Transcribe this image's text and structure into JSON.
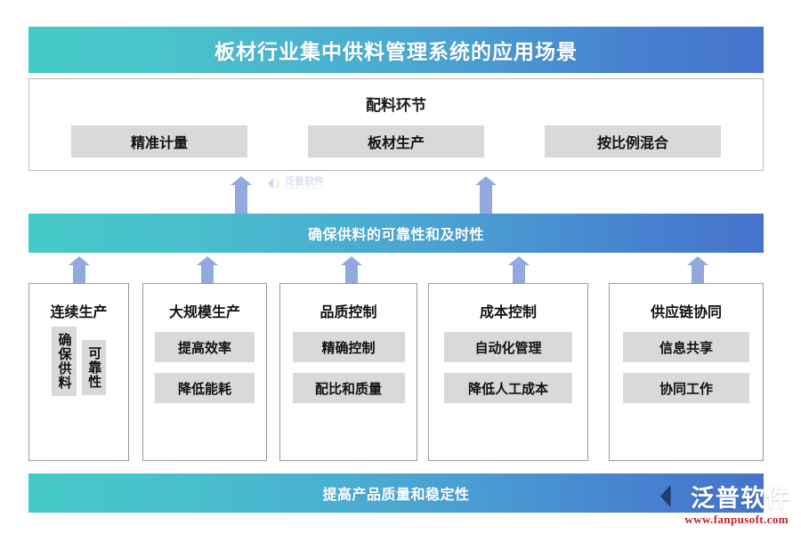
{
  "title": {
    "text": "板材行业集中供料管理系统的应用场景"
  },
  "top_panel": {
    "heading": "配料环节",
    "chips": [
      {
        "label": "精准计量"
      },
      {
        "label": "板材生产"
      },
      {
        "label": "按比例混合"
      }
    ]
  },
  "mid_bar": {
    "text": "确保供料的可靠性和及时性"
  },
  "bottom_bar": {
    "text": "提高产品质量和稳定性"
  },
  "columns": [
    {
      "title": "连续生产",
      "vertical": true,
      "items": [
        {
          "label": "确保供料"
        },
        {
          "label": "可靠性"
        }
      ]
    },
    {
      "title": "大规模生产",
      "vertical": false,
      "items": [
        {
          "label": "提高效率"
        },
        {
          "label": "降低能耗"
        }
      ]
    },
    {
      "title": "品质控制",
      "vertical": false,
      "items": [
        {
          "label": "精确控制"
        },
        {
          "label": "配比和质量"
        }
      ]
    },
    {
      "title": "成本控制",
      "vertical": false,
      "items": [
        {
          "label": "自动化管理"
        },
        {
          "label": "降低人工成本"
        }
      ]
    },
    {
      "title": "供应链协同",
      "vertical": false,
      "items": [
        {
          "label": "信息共享"
        },
        {
          "label": "协同工作"
        }
      ]
    }
  ],
  "watermark": {
    "brand": "泛普软件",
    "brand_sub": "FANPU SOFTWARE",
    "url": "www.fanpusoft.com"
  },
  "colors": {
    "gradient_start": "#45c9c7",
    "gradient_end": "#4573cb",
    "arrow": "#93a9de",
    "chip_bg": "#d9d9d9",
    "border": "#999999",
    "url_red": "#c0202a"
  }
}
